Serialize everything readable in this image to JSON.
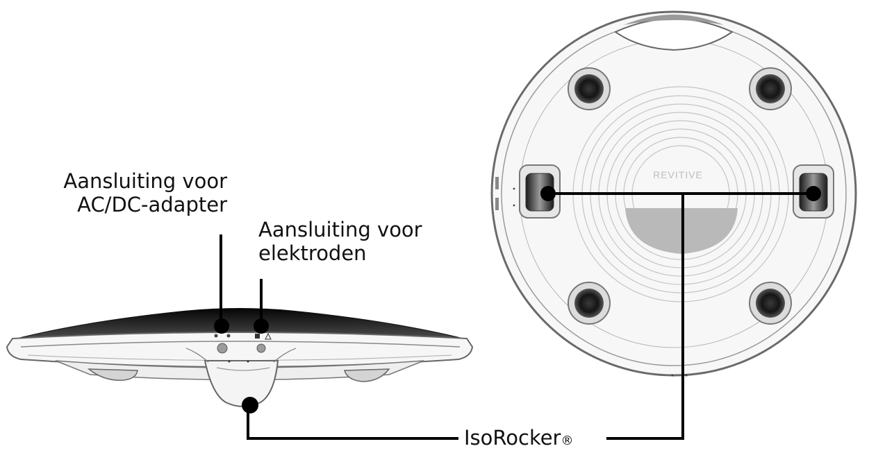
{
  "labels": {
    "adapter_port": [
      "Aansluiting voor",
      "AC/DC-adapter"
    ],
    "electrode_port": [
      "Aansluiting voor",
      "elektroden"
    ],
    "isorocker": {
      "name": "IsoRocker",
      "symbol": "®"
    }
  },
  "device_brand_text": "REVITIVE",
  "colors": {
    "line": "#000000",
    "device_outline": "#6a6a6a",
    "device_fill": "#f4f4f4",
    "dark_top": "#1c1c1c",
    "center_panel": "#b9b9b9"
  }
}
